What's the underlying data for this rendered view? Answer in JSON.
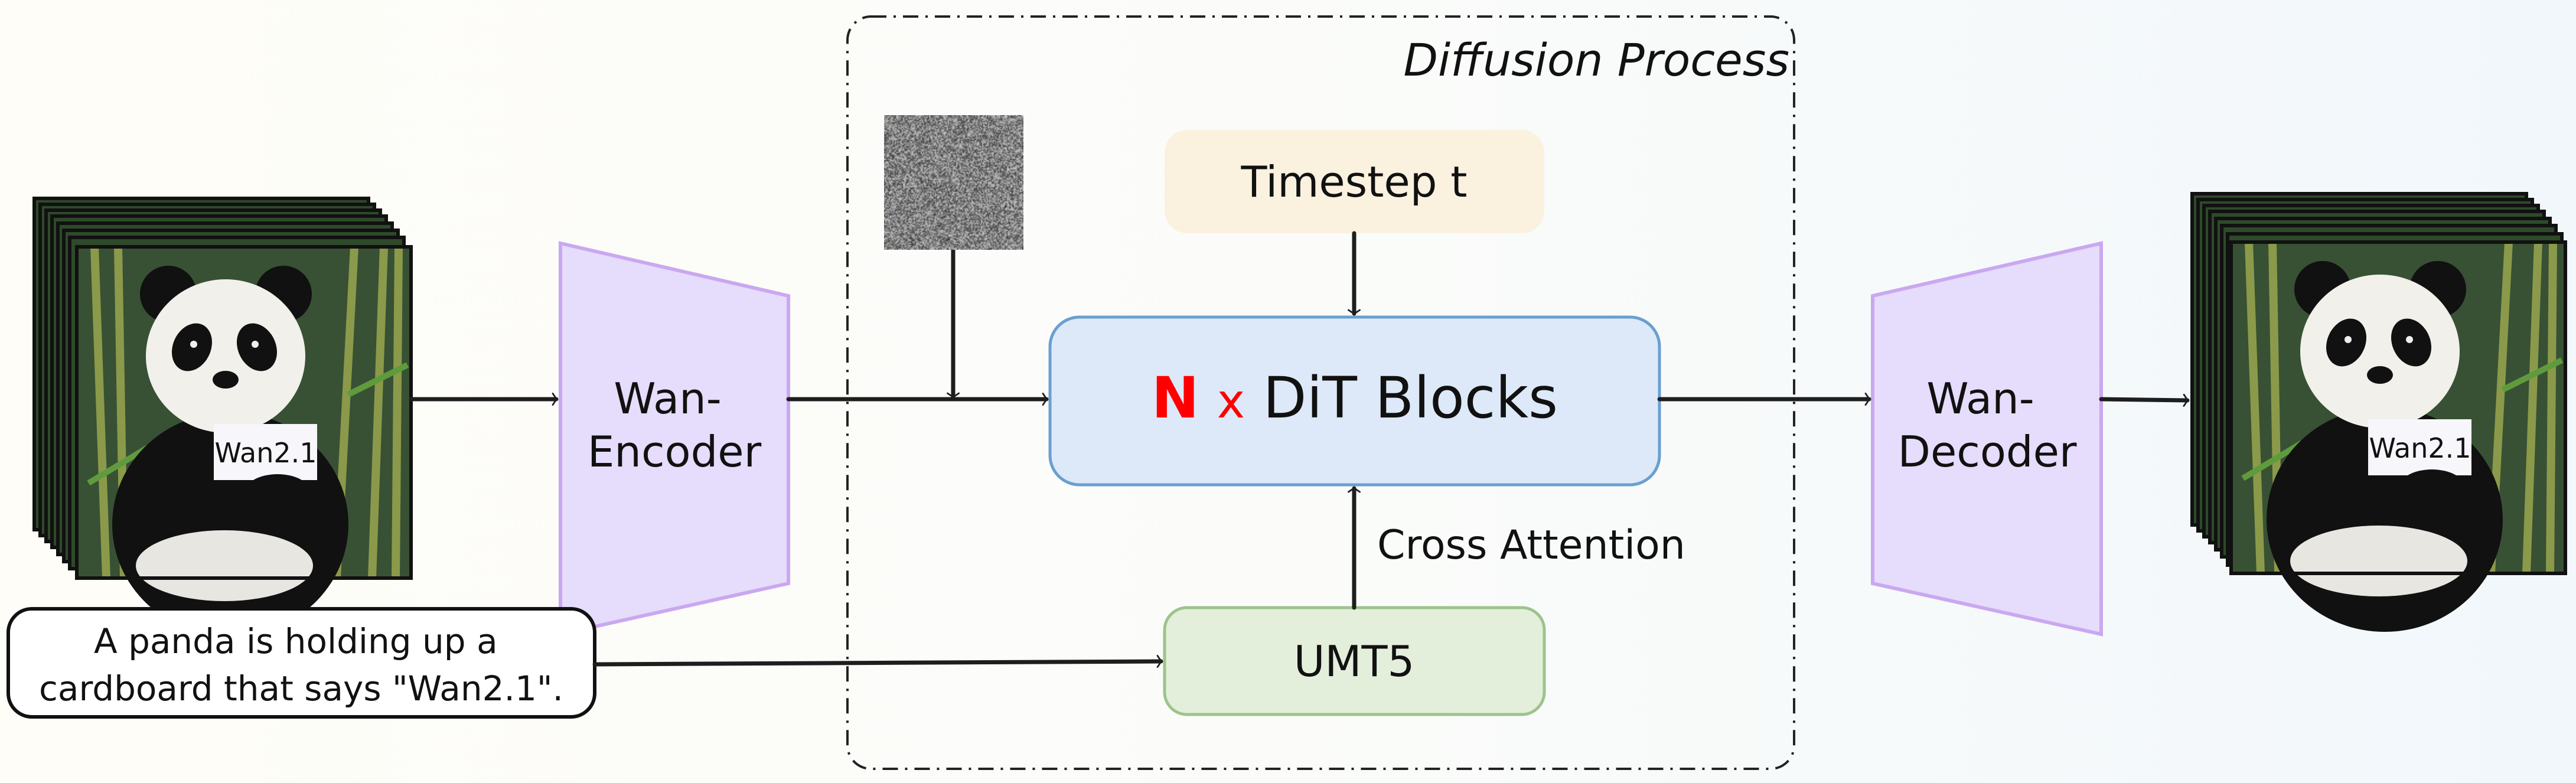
{
  "diagram": {
    "diffusion_label": "Diffusion Process",
    "encoder_lines": [
      "Wan-",
      "Encoder"
    ],
    "decoder_lines": [
      "Wan-",
      "Decoder"
    ],
    "timestep": "Timestep t",
    "dit": {
      "n": "N",
      "x": "x",
      "label": "DiT Blocks"
    },
    "cross_attention": "Cross Attention",
    "text_encoder": "UMT5",
    "prompt_lines": [
      "A panda is holding up a",
      "cardboard that says \"Wan2.1\"."
    ],
    "sign_text": "Wan2.1",
    "colors": {
      "encoder_fill": "#e6dcfb",
      "encoder_stroke": "#c9a8f0",
      "timestep_fill": "#faf1df",
      "dit_fill": "#dde9f8",
      "dit_stroke": "#6a9fd0",
      "umt5_fill": "#e3eedb",
      "umt5_stroke": "#9dc38a",
      "highlight": "#ff0000"
    }
  }
}
